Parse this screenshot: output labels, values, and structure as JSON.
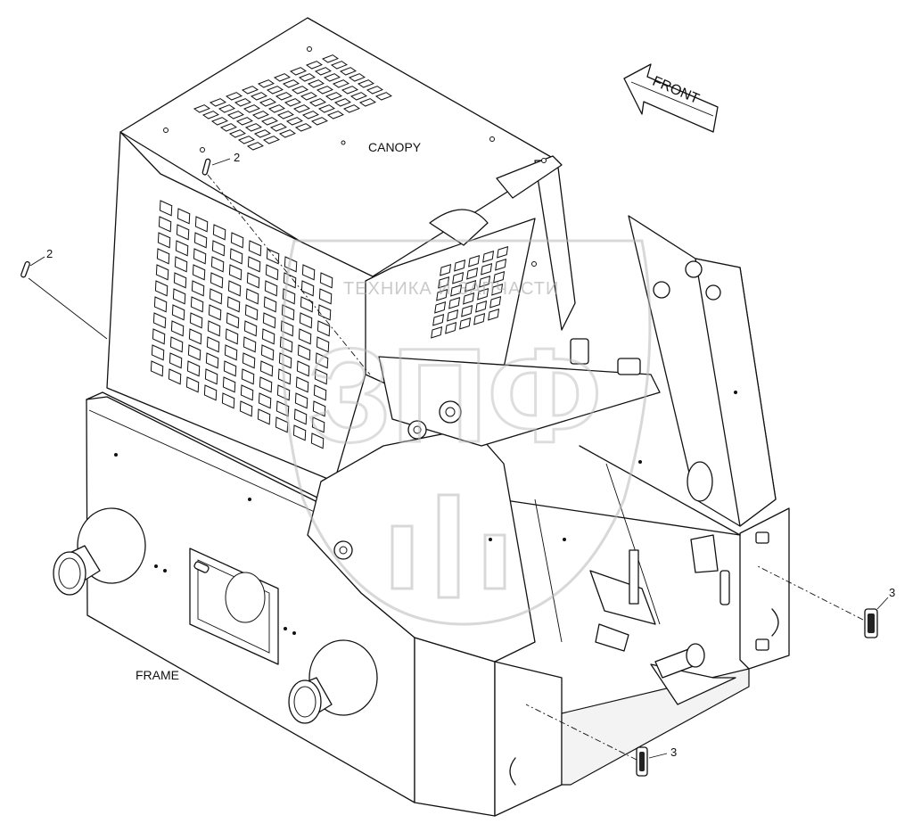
{
  "labels": {
    "canopy": "CANOPY",
    "frame": "FRAME",
    "front": "FRONT"
  },
  "callouts": [
    {
      "id": "callout-2-top",
      "text": "2"
    },
    {
      "id": "callout-2-left",
      "text": "2"
    },
    {
      "id": "callout-3-right",
      "text": "3"
    },
    {
      "id": "callout-3-bottom",
      "text": "3"
    }
  ],
  "watermark": {
    "text": "ТЕХНИКА И ЗАПЧАСТИ",
    "letters": "ЗПФ"
  }
}
